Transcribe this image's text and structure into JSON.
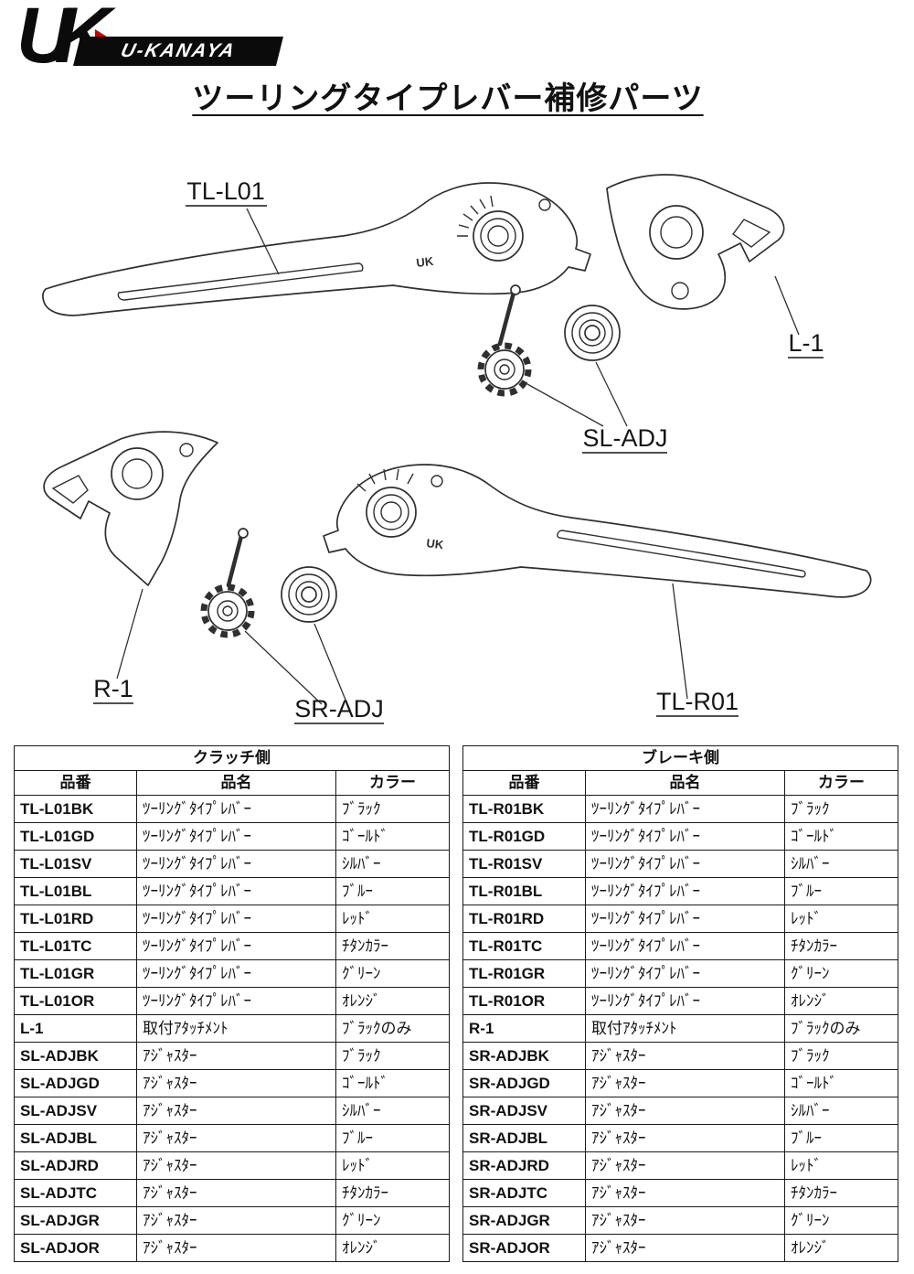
{
  "logo": {
    "mark": "UK",
    "brand": "U-KANAYA"
  },
  "title": "ツーリングタイプレバー補修パーツ",
  "diagram": {
    "labels": {
      "clutch_lever": "TL-L01",
      "clutch_attachment": "L-1",
      "clutch_adjuster": "SL-ADJ",
      "brake_attachment": "R-1",
      "brake_adjuster": "SR-ADJ",
      "brake_lever": "TL-R01"
    },
    "lever_mark": "UK"
  },
  "tables": [
    {
      "title": "クラッチ側",
      "columns": [
        "品番",
        "品名",
        "カラー"
      ],
      "rows": [
        [
          "TL-L01BK",
          "ﾂｰﾘﾝｸﾞﾀｲﾌﾟﾚﾊﾞｰ",
          "ﾌﾞﾗｯｸ"
        ],
        [
          "TL-L01GD",
          "ﾂｰﾘﾝｸﾞﾀｲﾌﾟﾚﾊﾞｰ",
          "ｺﾞｰﾙﾄﾞ"
        ],
        [
          "TL-L01SV",
          "ﾂｰﾘﾝｸﾞﾀｲﾌﾟﾚﾊﾞｰ",
          "ｼﾙﾊﾞｰ"
        ],
        [
          "TL-L01BL",
          "ﾂｰﾘﾝｸﾞﾀｲﾌﾟﾚﾊﾞｰ",
          "ﾌﾞﾙｰ"
        ],
        [
          "TL-L01RD",
          "ﾂｰﾘﾝｸﾞﾀｲﾌﾟﾚﾊﾞｰ",
          "ﾚｯﾄﾞ"
        ],
        [
          "TL-L01TC",
          "ﾂｰﾘﾝｸﾞﾀｲﾌﾟﾚﾊﾞｰ",
          "ﾁﾀﾝｶﾗｰ"
        ],
        [
          "TL-L01GR",
          "ﾂｰﾘﾝｸﾞﾀｲﾌﾟﾚﾊﾞｰ",
          "ｸﾞﾘｰﾝ"
        ],
        [
          "TL-L01OR",
          "ﾂｰﾘﾝｸﾞﾀｲﾌﾟﾚﾊﾞｰ",
          "ｵﾚﾝｼﾞ"
        ],
        [
          "L-1",
          "取付ｱﾀｯﾁﾒﾝﾄ",
          "ﾌﾞﾗｯｸのみ"
        ],
        [
          "SL-ADJBK",
          "ｱｼﾞｬｽﾀｰ",
          "ﾌﾞﾗｯｸ"
        ],
        [
          "SL-ADJGD",
          "ｱｼﾞｬｽﾀｰ",
          "ｺﾞｰﾙﾄﾞ"
        ],
        [
          "SL-ADJSV",
          "ｱｼﾞｬｽﾀｰ",
          "ｼﾙﾊﾞｰ"
        ],
        [
          "SL-ADJBL",
          "ｱｼﾞｬｽﾀｰ",
          "ﾌﾞﾙｰ"
        ],
        [
          "SL-ADJRD",
          "ｱｼﾞｬｽﾀｰ",
          "ﾚｯﾄﾞ"
        ],
        [
          "SL-ADJTC",
          "ｱｼﾞｬｽﾀｰ",
          "ﾁﾀﾝｶﾗｰ"
        ],
        [
          "SL-ADJGR",
          "ｱｼﾞｬｽﾀｰ",
          "ｸﾞﾘｰﾝ"
        ],
        [
          "SL-ADJOR",
          "ｱｼﾞｬｽﾀｰ",
          "ｵﾚﾝｼﾞ"
        ]
      ]
    },
    {
      "title": "ブレーキ側",
      "columns": [
        "品番",
        "品名",
        "カラー"
      ],
      "rows": [
        [
          "TL-R01BK",
          "ﾂｰﾘﾝｸﾞﾀｲﾌﾟﾚﾊﾞｰ",
          "ﾌﾞﾗｯｸ"
        ],
        [
          "TL-R01GD",
          "ﾂｰﾘﾝｸﾞﾀｲﾌﾟﾚﾊﾞｰ",
          "ｺﾞｰﾙﾄﾞ"
        ],
        [
          "TL-R01SV",
          "ﾂｰﾘﾝｸﾞﾀｲﾌﾟﾚﾊﾞｰ",
          "ｼﾙﾊﾞｰ"
        ],
        [
          "TL-R01BL",
          "ﾂｰﾘﾝｸﾞﾀｲﾌﾟﾚﾊﾞｰ",
          "ﾌﾞﾙｰ"
        ],
        [
          "TL-R01RD",
          "ﾂｰﾘﾝｸﾞﾀｲﾌﾟﾚﾊﾞｰ",
          "ﾚｯﾄﾞ"
        ],
        [
          "TL-R01TC",
          "ﾂｰﾘﾝｸﾞﾀｲﾌﾟﾚﾊﾞｰ",
          "ﾁﾀﾝｶﾗｰ"
        ],
        [
          "TL-R01GR",
          "ﾂｰﾘﾝｸﾞﾀｲﾌﾟﾚﾊﾞｰ",
          "ｸﾞﾘｰﾝ"
        ],
        [
          "TL-R01OR",
          "ﾂｰﾘﾝｸﾞﾀｲﾌﾟﾚﾊﾞｰ",
          "ｵﾚﾝｼﾞ"
        ],
        [
          "R-1",
          "取付ｱﾀｯﾁﾒﾝﾄ",
          "ﾌﾞﾗｯｸのみ"
        ],
        [
          "SR-ADJBK",
          "ｱｼﾞｬｽﾀｰ",
          "ﾌﾞﾗｯｸ"
        ],
        [
          "SR-ADJGD",
          "ｱｼﾞｬｽﾀｰ",
          "ｺﾞｰﾙﾄﾞ"
        ],
        [
          "SR-ADJSV",
          "ｱｼﾞｬｽﾀｰ",
          "ｼﾙﾊﾞｰ"
        ],
        [
          "SR-ADJBL",
          "ｱｼﾞｬｽﾀｰ",
          "ﾌﾞﾙｰ"
        ],
        [
          "SR-ADJRD",
          "ｱｼﾞｬｽﾀｰ",
          "ﾚｯﾄﾞ"
        ],
        [
          "SR-ADJTC",
          "ｱｼﾞｬｽﾀｰ",
          "ﾁﾀﾝｶﾗｰ"
        ],
        [
          "SR-ADJGR",
          "ｱｼﾞｬｽﾀｰ",
          "ｸﾞﾘｰﾝ"
        ],
        [
          "SR-ADJOR",
          "ｱｼﾞｬｽﾀｰ",
          "ｵﾚﾝｼﾞ"
        ]
      ]
    }
  ]
}
